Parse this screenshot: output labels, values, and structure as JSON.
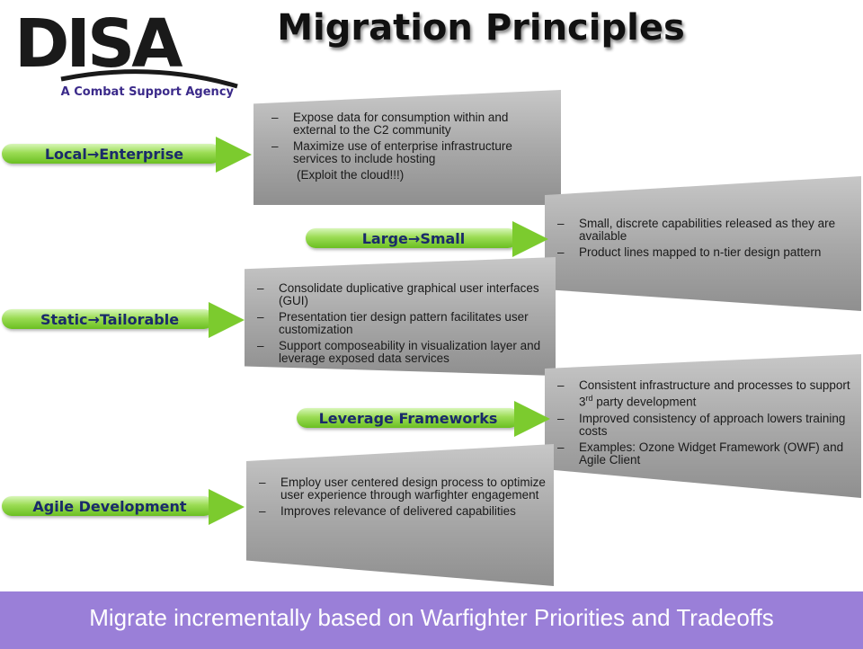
{
  "header": {
    "logo_text": "DISA",
    "tagline": "A Combat Support Agency",
    "title": "Migration Principles"
  },
  "principles": [
    {
      "label_a": "Local",
      "label_b": "Enterprise",
      "bullets": [
        "Expose data for consumption within and external to the C2 community",
        "Maximize use of enterprise infrastructure services to include hosting"
      ],
      "note": "(Exploit the cloud!!!)"
    },
    {
      "label_a": "Large",
      "label_b": "Small",
      "bullets": [
        "Small, discrete capabilities released as they are available",
        "Product lines mapped to n-tier design pattern"
      ]
    },
    {
      "label_a": "Static",
      "label_b": "Tailorable",
      "bullets": [
        "Consolidate duplicative graphical user interfaces (GUI)",
        "Presentation tier design pattern facilitates user customization",
        "Support composeability in visualization layer and leverage exposed data services"
      ]
    },
    {
      "label": "Leverage Frameworks",
      "bullets": [
        {
          "before": "Consistent infrastructure and processes to support 3",
          "sup": "rd",
          "after": " party development"
        },
        "Improved consistency of approach lowers training costs",
        "Examples:  Ozone Widget Framework (OWF)  and Agile Client"
      ]
    },
    {
      "label": "Agile Development",
      "bullets": [
        "Employ user centered design process to optimize user experience through warfighter engagement",
        "Improves relevance of delivered capabilities"
      ]
    }
  ],
  "dash": "–",
  "arrow_glyph": "→",
  "footer": {
    "text": "Migrate incrementally based on Warfighter Priorities and Tradeoffs",
    "background": "#9a7fd8"
  },
  "colors": {
    "arrow_green": "#7ccb2e",
    "label_blue": "#1a2a6a",
    "tagline_purple": "#3b2a8a"
  }
}
